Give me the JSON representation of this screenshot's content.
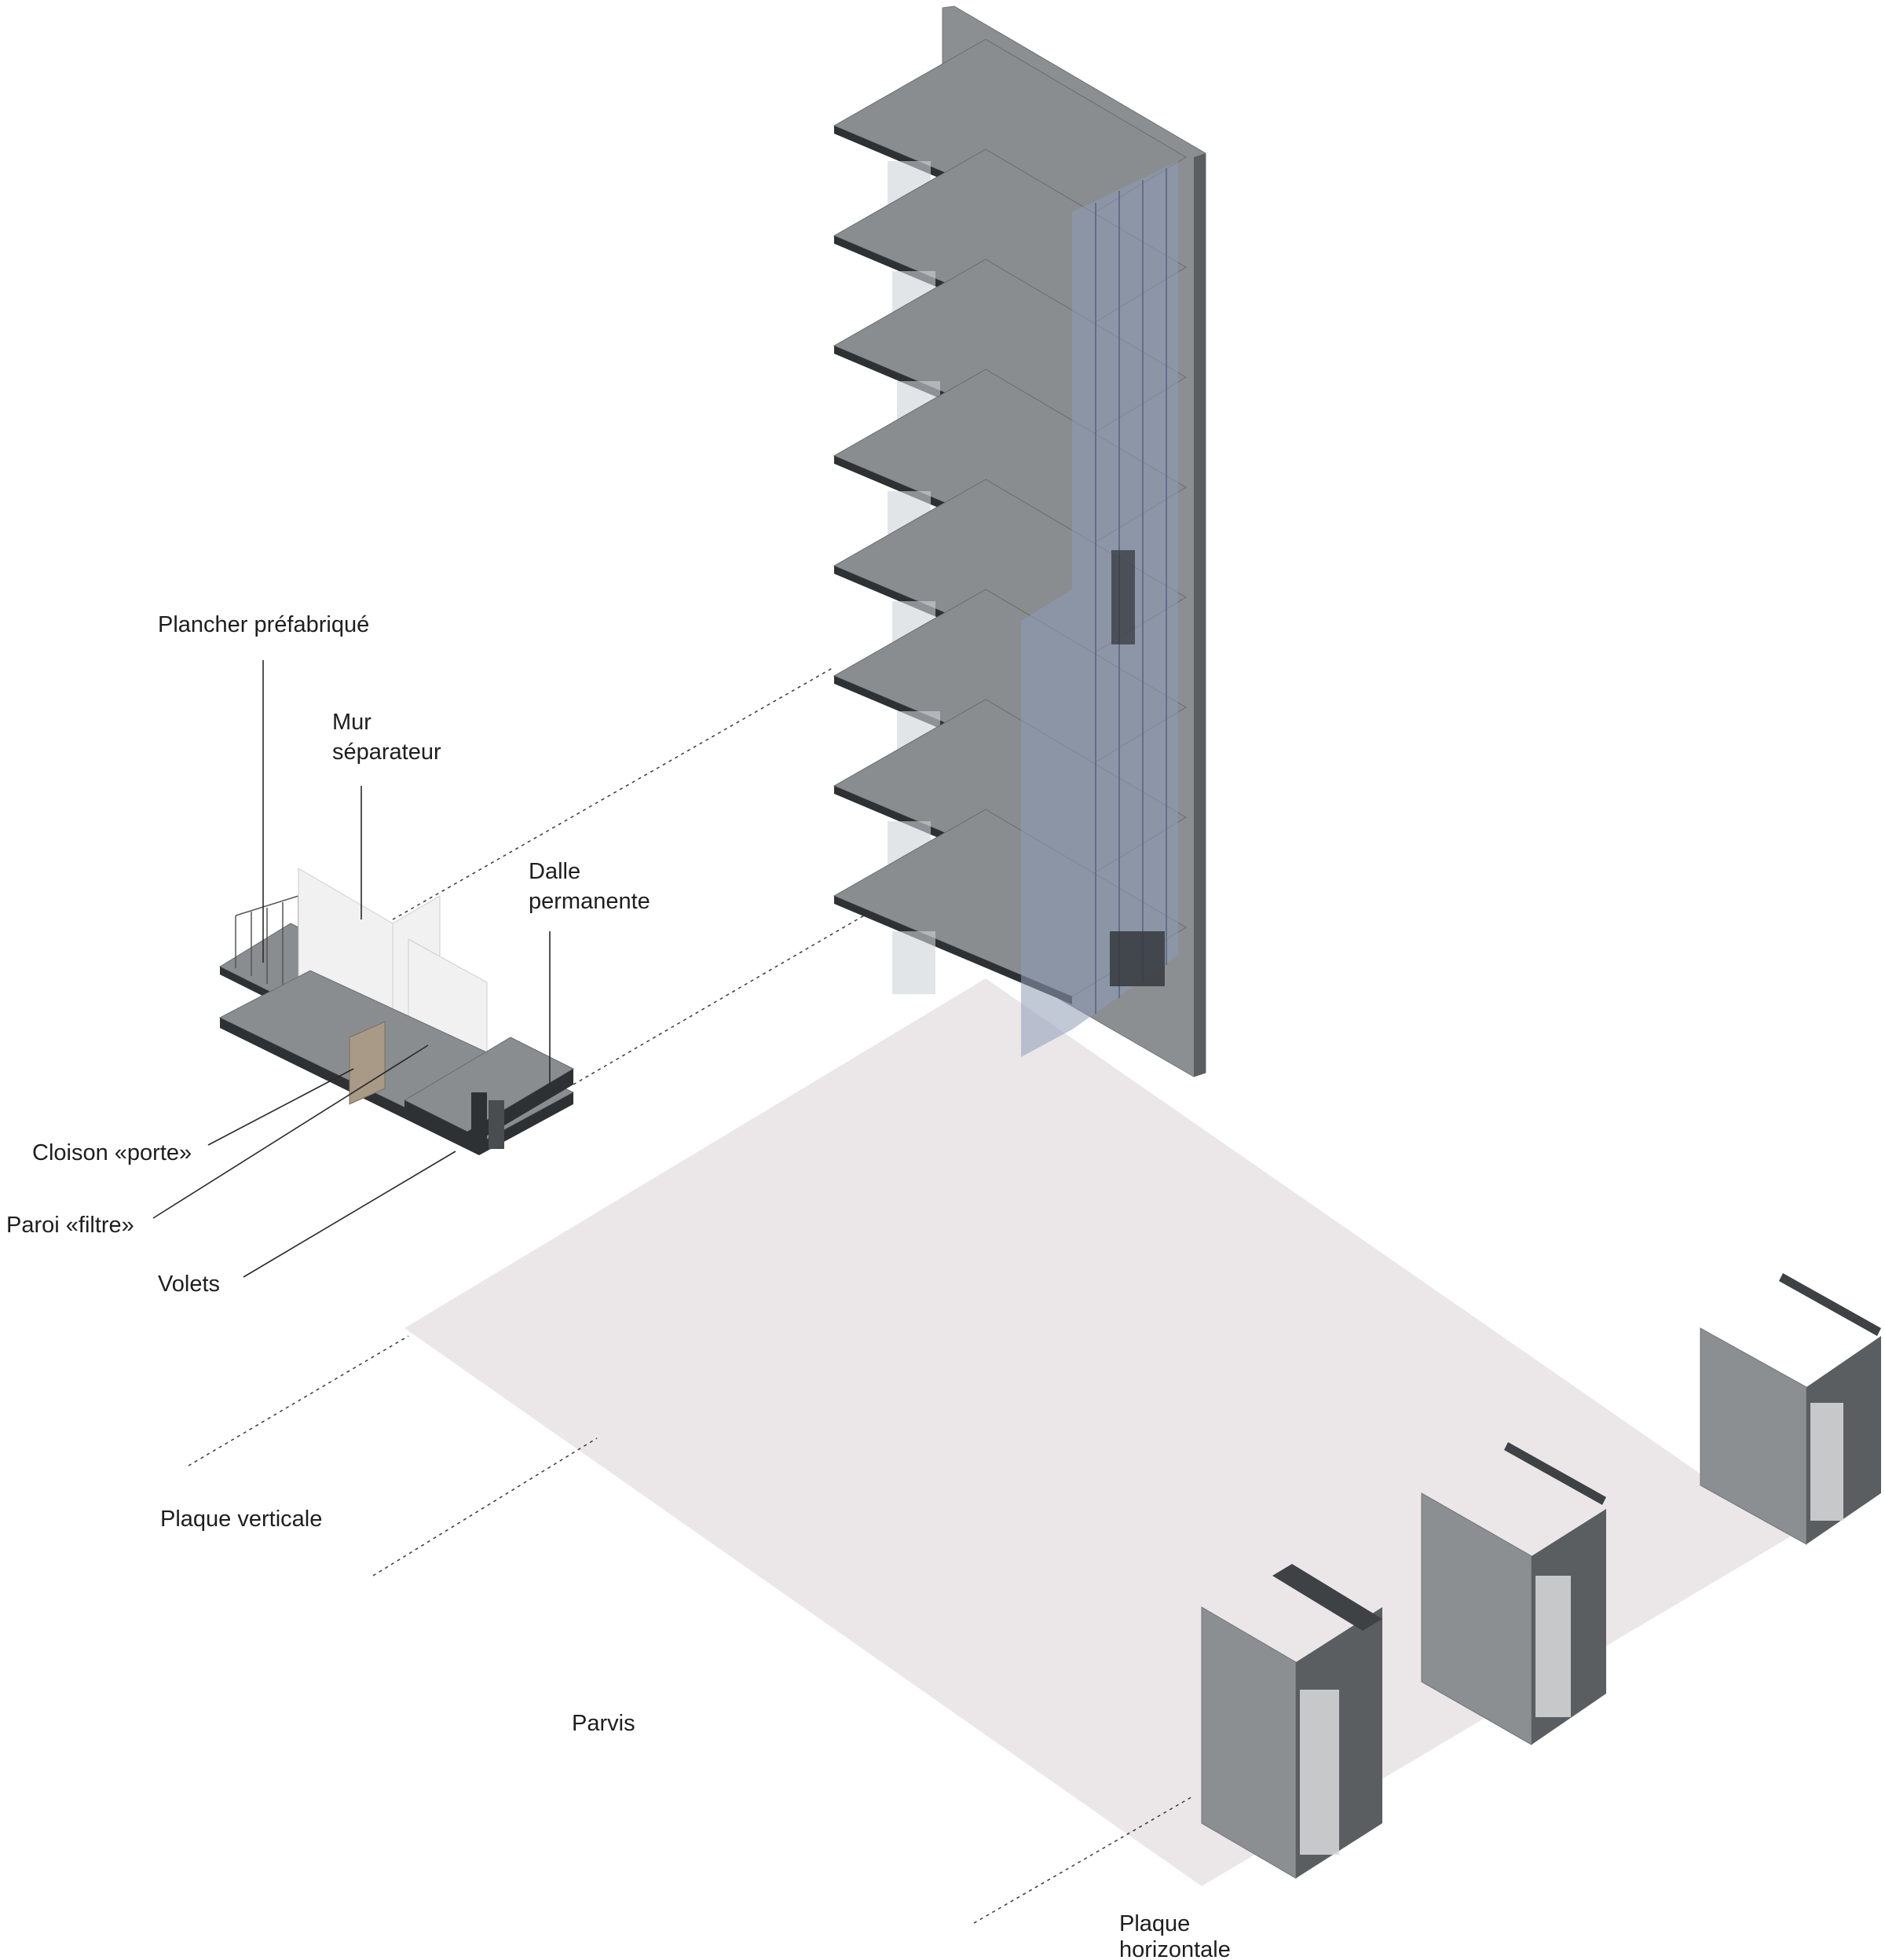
{
  "labels": {
    "plancher": "Plancher préfabriqué",
    "mur_1": "Mur",
    "mur_2": "séparateur",
    "dalle_1": "Dalle",
    "dalle_2": "permanente",
    "cloison": "Cloison «porte»",
    "paroi": "Paroi «filtre»",
    "volets": "Volets",
    "plaque_verticale": "Plaque verticale",
    "parvis": "Parvis",
    "plaque_h_1": "Plaque",
    "plaque_h_2": "horizontale"
  },
  "colors": {
    "concrete": "#8a8d90",
    "concrete_dark": "#3f4245",
    "glass": "#8e9cb6",
    "parvis": "#ebe7e8",
    "leader": "#2a2a2a"
  }
}
